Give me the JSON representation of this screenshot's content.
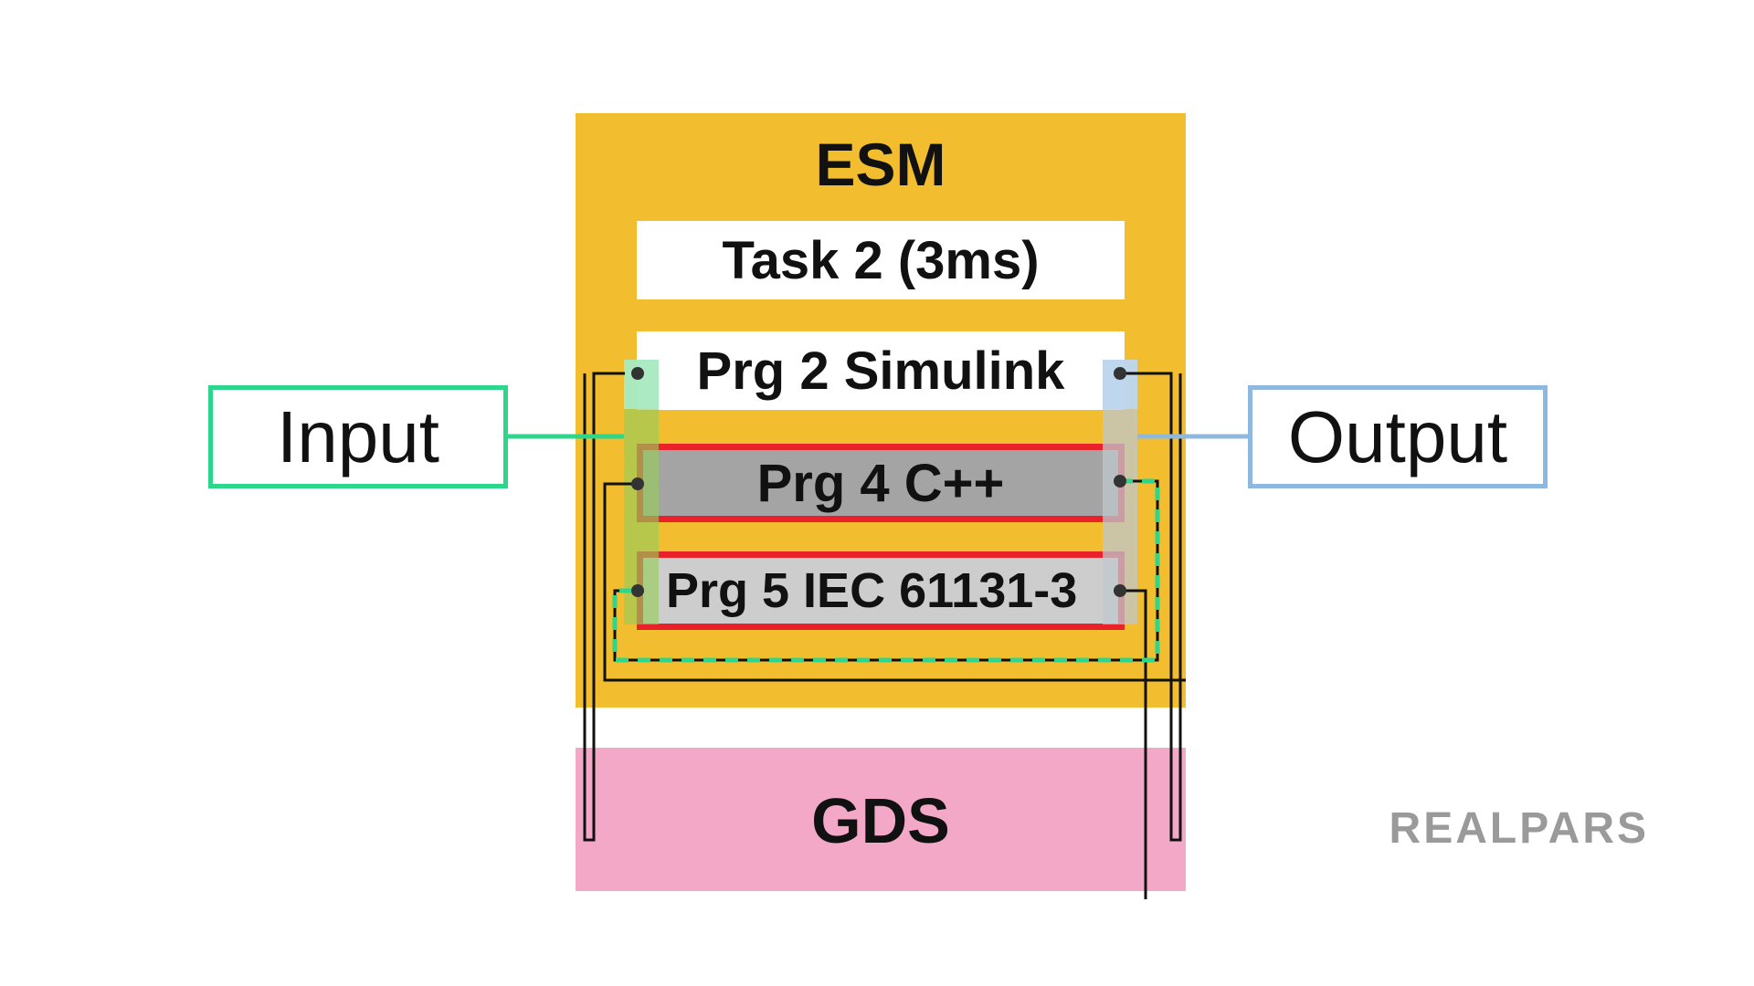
{
  "esm": {
    "title": "ESM"
  },
  "gds": {
    "title": "GDS"
  },
  "task": {
    "label": "Task 2 (3ms)"
  },
  "programs": [
    {
      "label": "Prg 2 Simulink"
    },
    {
      "label": "Prg 4 C++"
    },
    {
      "label": "Prg 5 IEC 61131-3"
    }
  ],
  "input": {
    "label": "Input"
  },
  "output": {
    "label": "Output"
  },
  "logo": {
    "text": "REALPARS"
  },
  "colors": {
    "esm": "#f2bd2e",
    "gds": "#f4a8c8",
    "input": "#2ed68b",
    "output": "#8fb8df",
    "highlight": "#e8212b"
  }
}
